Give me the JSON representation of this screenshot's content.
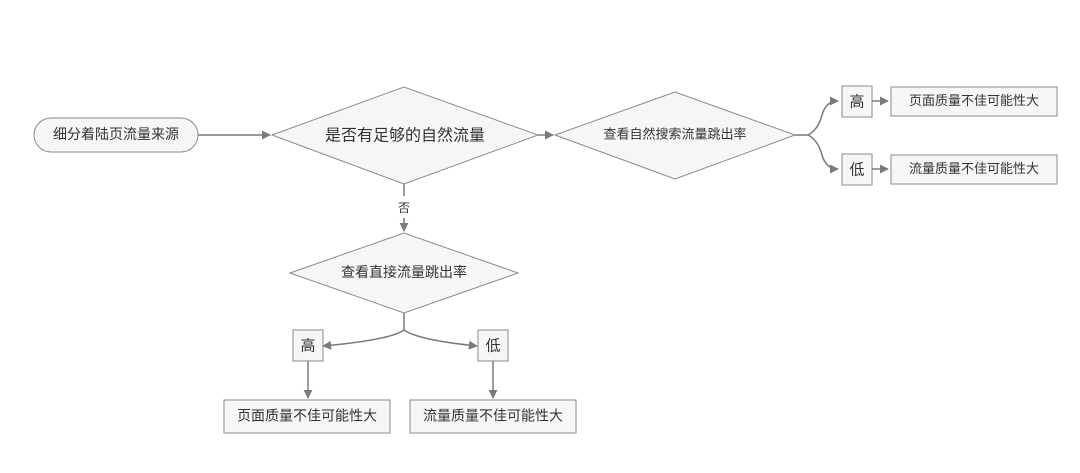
{
  "diagram": {
    "start_label": "细分着陆页流量来源",
    "decision_natural": "是否有足够的自然流量",
    "no_label": "否",
    "decision_direct": "查看直接流量跳出率",
    "decision_search": "查看自然搜索流量跳出率",
    "high": "高",
    "low": "低",
    "page_quality_label": "页面质量不佳可能性大",
    "traffic_quality_label": "流量质量不佳可能性大"
  },
  "colors": {
    "line": "#7a7a7a",
    "box_border": "#8a8a8a",
    "box_fill": "#f6f6f6",
    "text": "#333333"
  }
}
